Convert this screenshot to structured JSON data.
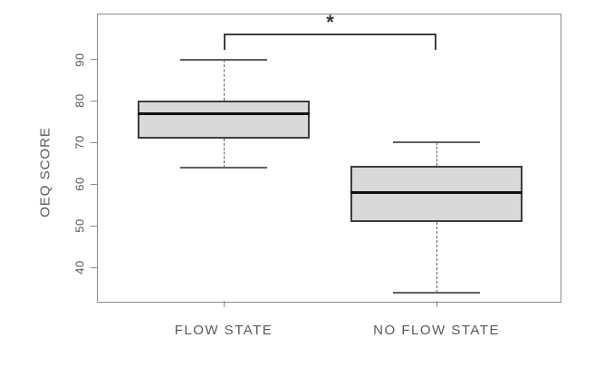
{
  "chart_data": {
    "type": "boxplot",
    "title": "",
    "xlabel": "",
    "ylabel": "OEQ SCORE",
    "categories": [
      "FLOW STATE",
      "NO FLOW STATE"
    ],
    "yticks": [
      40,
      50,
      60,
      70,
      80,
      90
    ],
    "ylim": [
      32,
      101
    ],
    "grid": false,
    "series": [
      {
        "name": "FLOW STATE",
        "whisker_low": 64,
        "q1": 71,
        "median": 77,
        "q3": 80,
        "whisker_high": 90
      },
      {
        "name": "NO FLOW STATE",
        "whisker_low": 34,
        "q1": 51,
        "median": 58,
        "q3": 64.5,
        "whisker_high": 70
      }
    ],
    "significance": {
      "label": "*",
      "between": [
        "FLOW STATE",
        "NO FLOW STATE"
      ]
    },
    "colors": {
      "box_fill": "#d9d9d9",
      "box_border": "#3d3d3d",
      "median": "#111111",
      "whisker": "#5f5f5f",
      "axis": "#8c8c8c",
      "text": "#595959",
      "bracket": "#404040"
    }
  }
}
